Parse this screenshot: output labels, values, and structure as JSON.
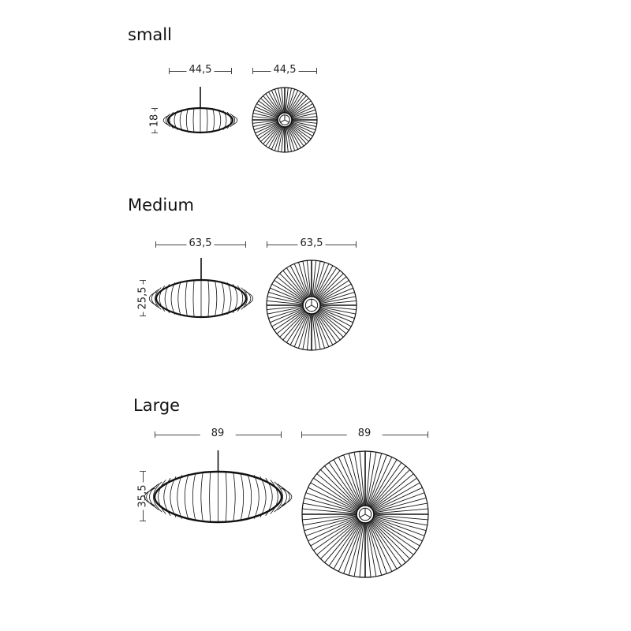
{
  "diagram": {
    "subject": "Saucer pendant lamp size chart",
    "stroke_color": "#111111",
    "background": "#ffffff",
    "sizes": [
      {
        "name": "small",
        "width_label": "44,5",
        "top_view_label": "44,5",
        "height_label": "18"
      },
      {
        "name": "Medium",
        "width_label": "63,5",
        "top_view_label": "63,5",
        "height_label": "25,5"
      },
      {
        "name": "Large",
        "width_label": "89",
        "top_view_label": "89",
        "height_label": "35,5"
      }
    ]
  }
}
